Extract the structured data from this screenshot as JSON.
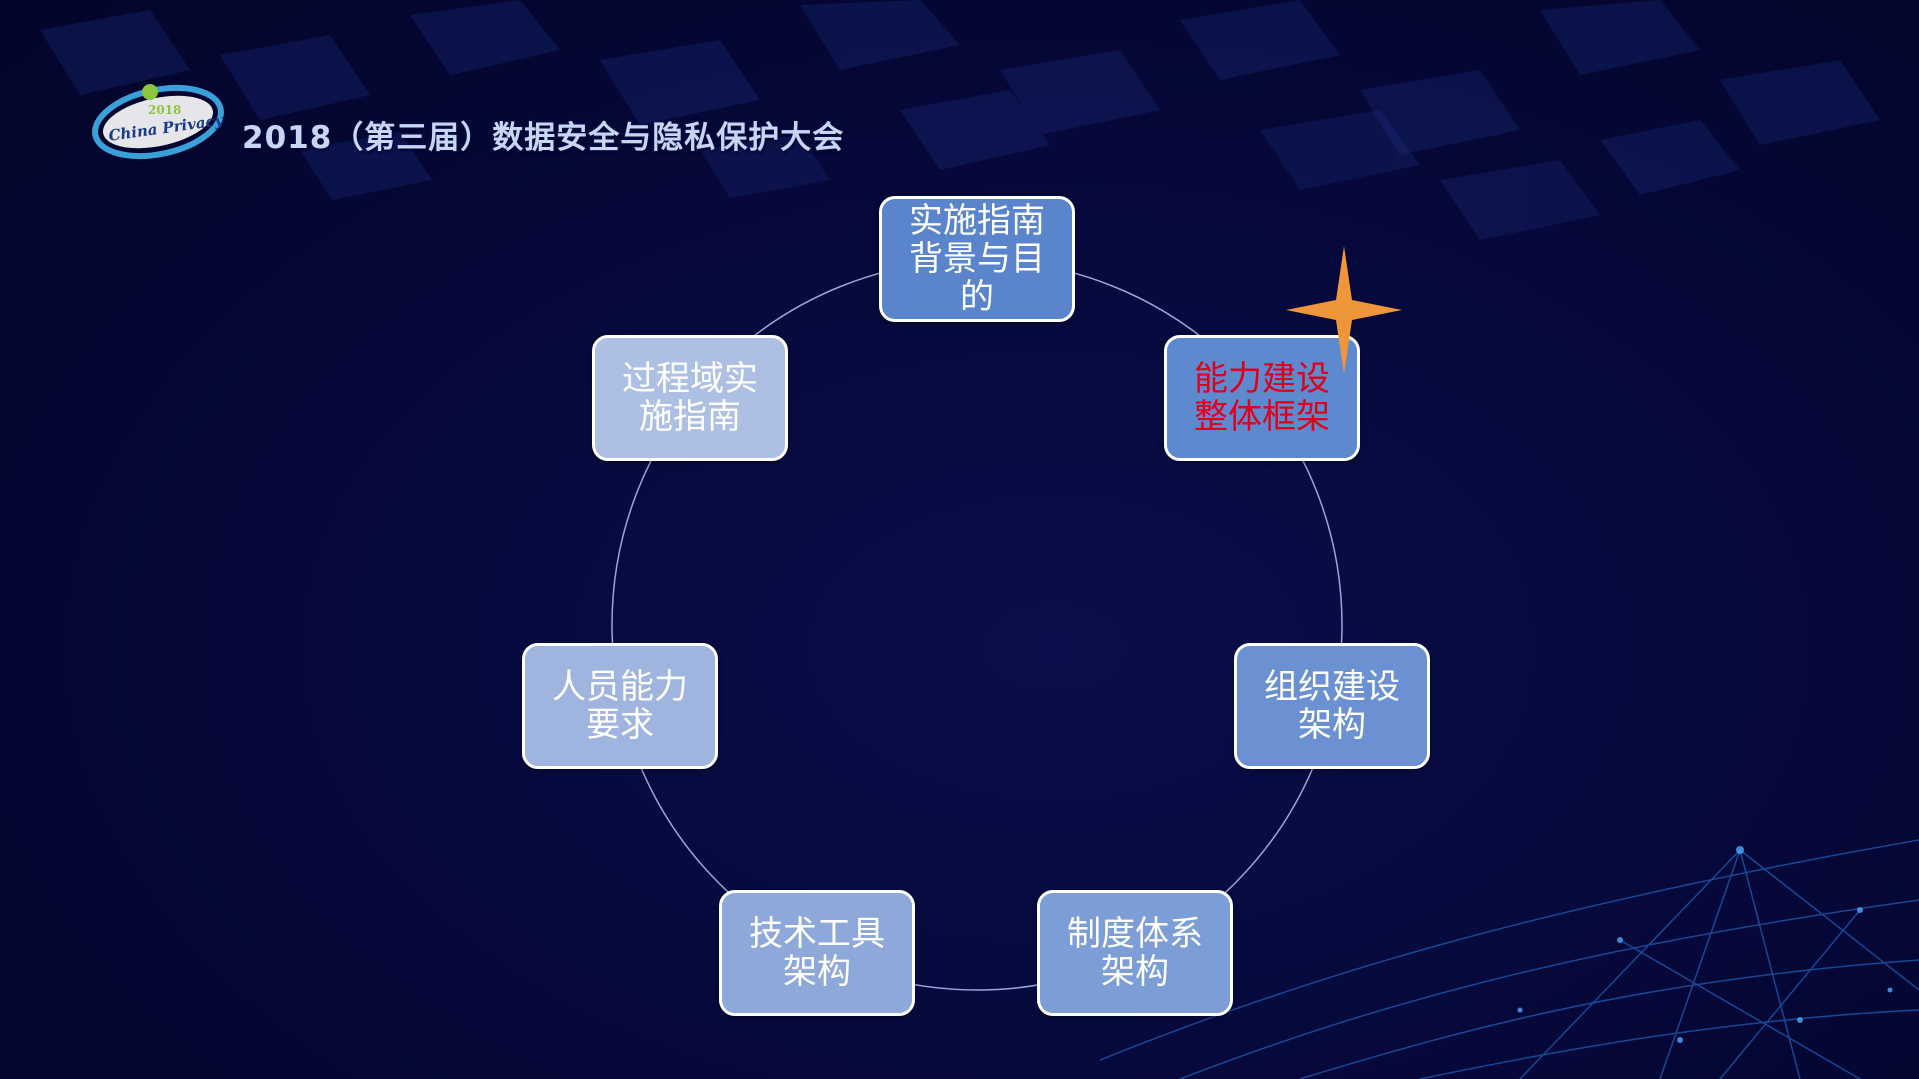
{
  "header": {
    "logo_text": "China Privacy",
    "logo_year": "2018",
    "title": "2018（第三届）数据安全与隐私保护大会"
  },
  "colors": {
    "background": "#05093a",
    "node_border": "#ffffff",
    "highlight_text": "#e0001b",
    "star": "#f0963a",
    "ring": "#9aa6d6"
  },
  "cycle": {
    "nodes": [
      {
        "label": "实施指南背景与目的",
        "fill": "#5a84cc",
        "text_color": "#ffffff"
      },
      {
        "label": "能力建设整体框架",
        "fill": "#5f89cf",
        "text_color": "#e0001b",
        "highlighted": true
      },
      {
        "label": "组织建设架构",
        "fill": "#6b91d2",
        "text_color": "#ffffff"
      },
      {
        "label": "制度体系架构",
        "fill": "#7c9dd6",
        "text_color": "#ffffff"
      },
      {
        "label": "技术工具架构",
        "fill": "#8ea9d9",
        "text_color": "#ffffff"
      },
      {
        "label": "人员能力要求",
        "fill": "#9fb4de",
        "text_color": "#ffffff"
      },
      {
        "label": "过程域实施指南",
        "fill": "#adbfe3",
        "text_color": "#ffffff"
      }
    ]
  }
}
